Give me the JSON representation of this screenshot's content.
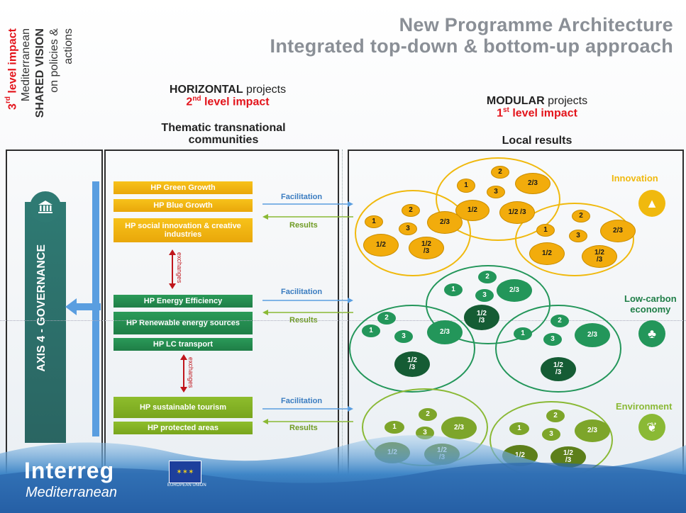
{
  "title": {
    "line1": "New Programme Architecture",
    "line2": "Integrated top-down & bottom-up approach"
  },
  "left_vertical": {
    "level_prefix": "3",
    "level_suffix": "rd",
    "level_text": " level impact",
    "line2": "Mediterranean",
    "line3_bold": "SHARED VISION",
    "line4": "on policies &",
    "line5": "actions"
  },
  "horizontal": {
    "heading_bold": "HORIZONTAL",
    "heading_rest": " projects",
    "level_num": "2",
    "level_sup": "nd",
    "level_text": " level impact",
    "sub": "Thematic transnational",
    "sub2": "communities"
  },
  "modular": {
    "heading_bold": "MODULAR",
    "heading_rest": " projects",
    "level_num": "1",
    "level_sup": "st",
    "level_text": " level impact",
    "sub": "Local results"
  },
  "governance": {
    "label": "AXIS 4 - GOVERNANCE"
  },
  "hp": {
    "green_growth": "HP Green Growth",
    "blue_growth": "HP Blue Growth",
    "social_innovation": "HP social innovation & creative industries",
    "energy_efficiency": "HP Energy Efficiency",
    "renewable": "HP Renewable energy sources",
    "lc_transport": "HP LC transport",
    "sustainable_tourism": "HP sustainable tourism",
    "protected_areas": "HP protected areas"
  },
  "exchanges": "exchanges",
  "flows": {
    "facilitation": "Facilitation",
    "results": "Results"
  },
  "themes": {
    "innovation": "Innovation",
    "low_carbon_1": "Low-carbon",
    "low_carbon_2": "economy",
    "environment": "Environment"
  },
  "bubble_labels": {
    "one": "1",
    "two": "2",
    "three": "3",
    "two_three": "2/3",
    "one_two": "1/2",
    "one_two_three": "1/2\n/3"
  },
  "logo": {
    "brand": "Interreg",
    "region": "Mediterranean",
    "eu": "EUROPEAN UNION"
  },
  "colors": {
    "yellow": "#f2ac0c",
    "green": "#23965a",
    "light_green": "#7da52a",
    "red": "#e3141b",
    "blue": "#4a8fd1",
    "teal": "#2f6f6b"
  }
}
